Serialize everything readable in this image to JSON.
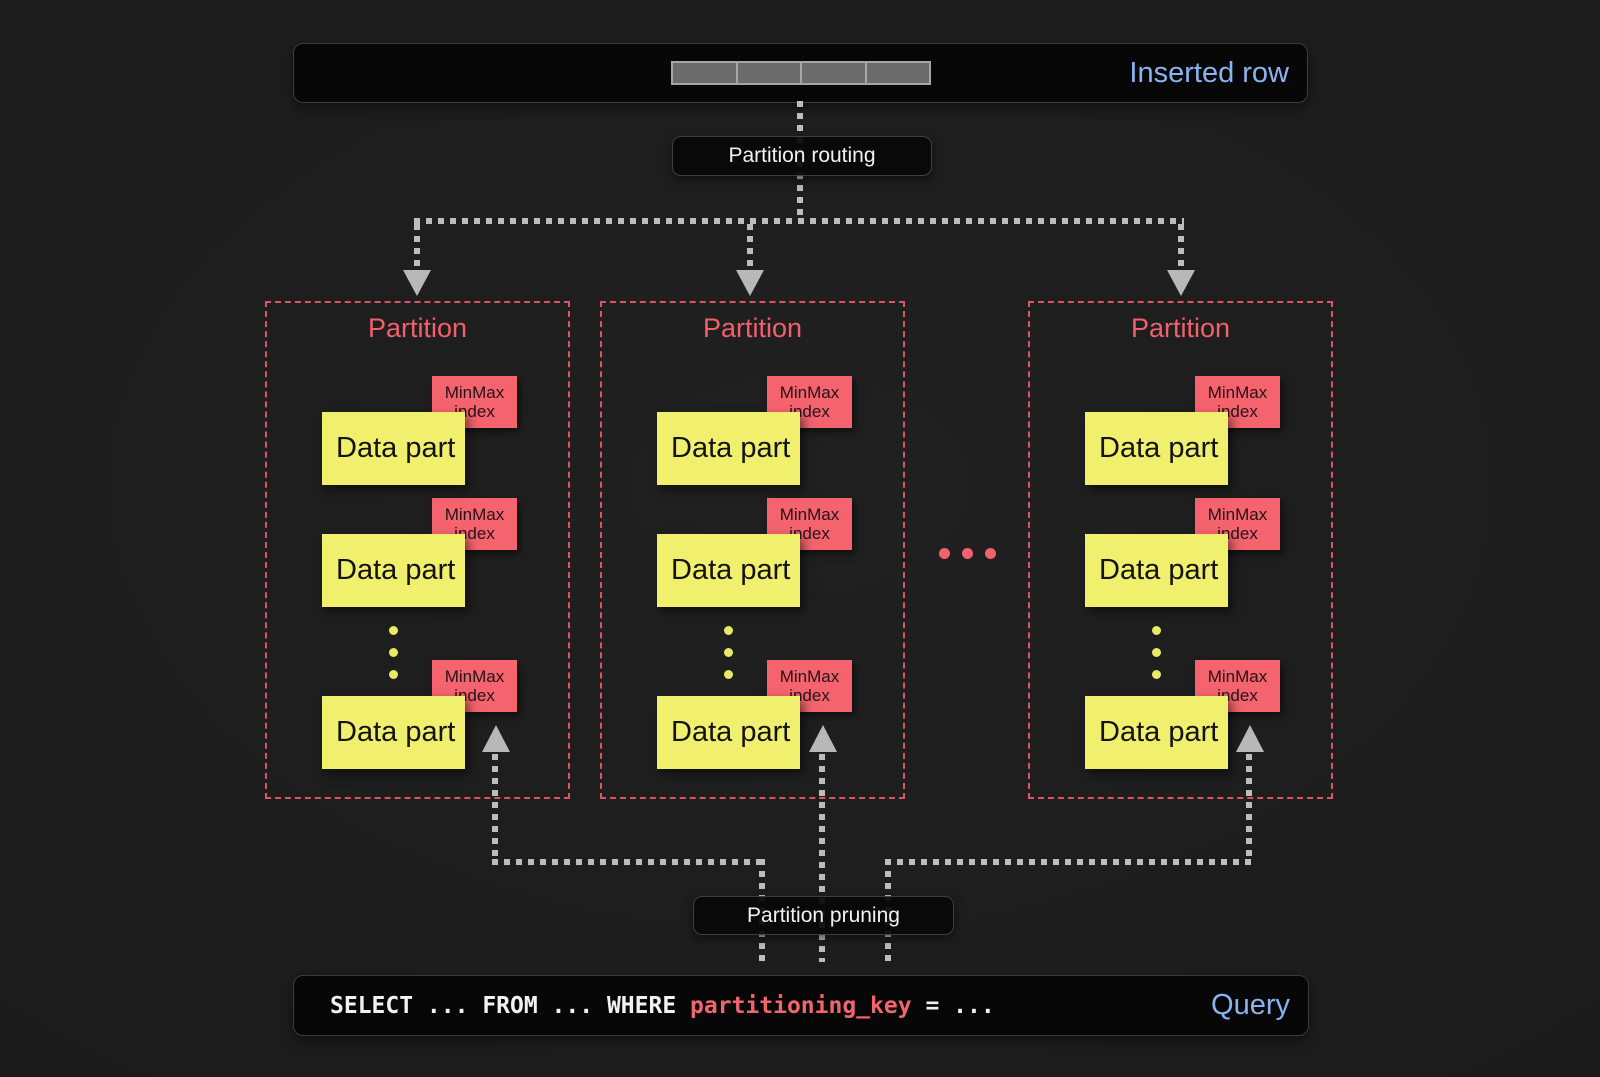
{
  "inserted_row": {
    "label": "Inserted row",
    "segment_count": 4
  },
  "routing": {
    "label": "Partition routing"
  },
  "pruning": {
    "label": "Partition pruning"
  },
  "labels": {
    "data_part": "Data part",
    "minmax_line1": "MinMax",
    "minmax_line2": "index"
  },
  "partitions": [
    {
      "title": "Partition"
    },
    {
      "title": "Partition"
    },
    {
      "title": "Partition"
    }
  ],
  "query": {
    "text_before": "SELECT ... FROM ... WHERE ",
    "key": "partitioning_key",
    "text_after": " = ...",
    "label": "Query"
  },
  "colors": {
    "background": "#1c1c1c",
    "box_background": "#070707",
    "accent_blue": "#8ab4f1",
    "accent_pink": "#f2606c",
    "tag_pink": "#f4636e",
    "data_part_yellow": "#f1ef6e",
    "connector_grey": "#bdbdbd",
    "partition_border": "#dd5364",
    "segment_grey": "#6b6b6b"
  }
}
